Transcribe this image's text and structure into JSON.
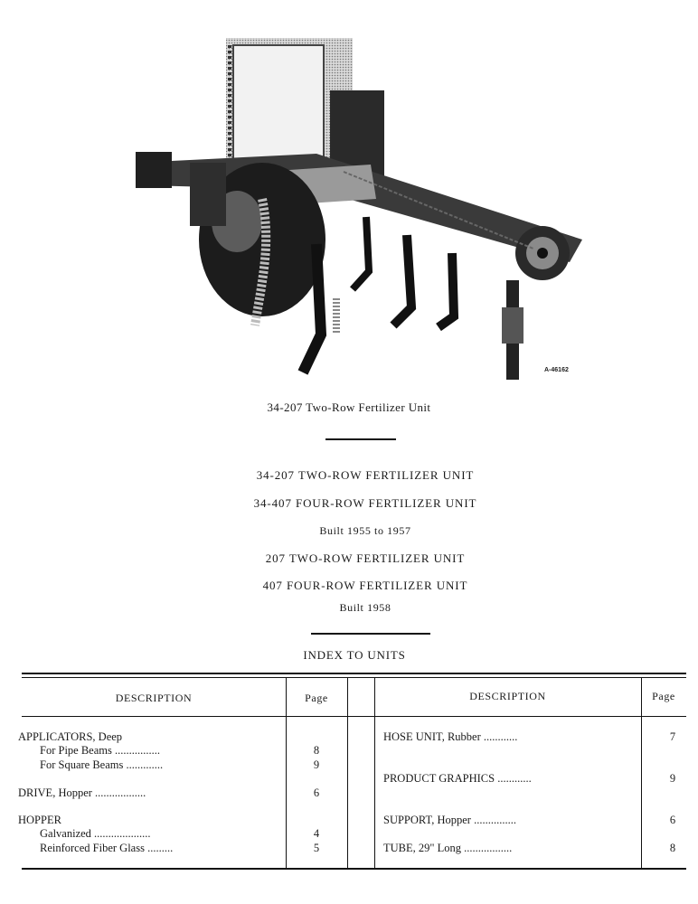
{
  "photo": {
    "code": "A-46162"
  },
  "caption": "34-207 Two-Row Fertilizer Unit",
  "titles": {
    "line1": "34-207 TWO-ROW FERTILIZER UNIT",
    "line2": "34-407 FOUR-ROW FERTILIZER UNIT",
    "line3": "Built 1955 to 1957",
    "line4": "207 TWO-ROW FERTILIZER UNIT",
    "line5": "407 FOUR-ROW FERTILIZER UNIT",
    "line6": "Built 1958"
  },
  "index": {
    "title": "INDEX TO UNITS",
    "headers": {
      "description_left": "DESCRIPTION",
      "page_left": "Page",
      "description_right": "DESCRIPTION",
      "page_right": "Page"
    },
    "left": [
      {
        "label": "APPLICATORS, Deep",
        "page": ""
      },
      {
        "label": "For Pipe Beams ................",
        "page": "8"
      },
      {
        "label": "For Square Beams .............",
        "page": "9"
      },
      {
        "label": "DRIVE, Hopper ..................",
        "page": "6"
      },
      {
        "label": "HOPPER",
        "page": ""
      },
      {
        "label": "Galvanized ....................",
        "page": "4"
      },
      {
        "label": "Reinforced Fiber Glass .........",
        "page": "5"
      }
    ],
    "right": [
      {
        "label": "HOSE UNIT, Rubber ............",
        "page": "7"
      },
      {
        "label": "PRODUCT GRAPHICS ............",
        "page": "9"
      },
      {
        "label": "SUPPORT, Hopper ...............",
        "page": "6"
      },
      {
        "label": "TUBE, 29\" Long .................",
        "page": "8"
      }
    ]
  }
}
